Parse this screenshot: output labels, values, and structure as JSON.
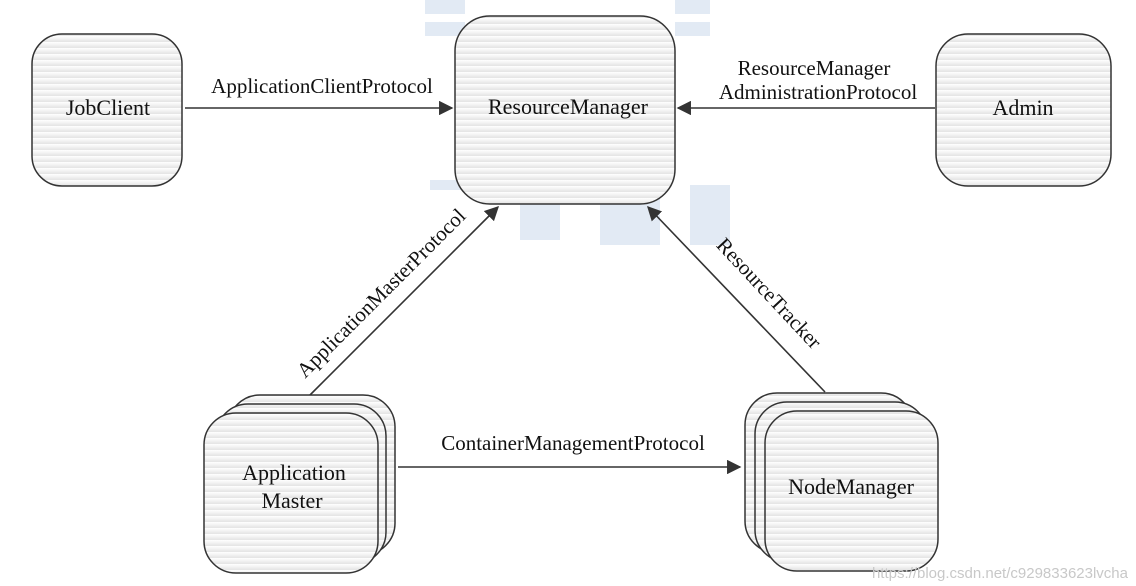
{
  "nodes": {
    "job_client": "JobClient",
    "resource_manager": "ResourceManager",
    "admin": "Admin",
    "application_master_line1": "Application",
    "application_master_line2": "Master",
    "node_manager": "NodeManager"
  },
  "edges": {
    "client_protocol": "ApplicationClientProtocol",
    "admin_protocol_line1": "ResourceManager",
    "admin_protocol_line2": "AdministrationProtocol",
    "am_protocol": "ApplicationMasterProtocol",
    "resource_tracker": "ResourceTracker",
    "container_protocol": "ContainerManagementProtocol"
  },
  "watermark": "https://blog.csdn.net/c929833623lvcha",
  "colors": {
    "box_fill_top": "#ffffff",
    "box_fill_bottom": "#e6e6e6",
    "stroke": "#333333",
    "watermark_bg": "#dfe8f3"
  }
}
